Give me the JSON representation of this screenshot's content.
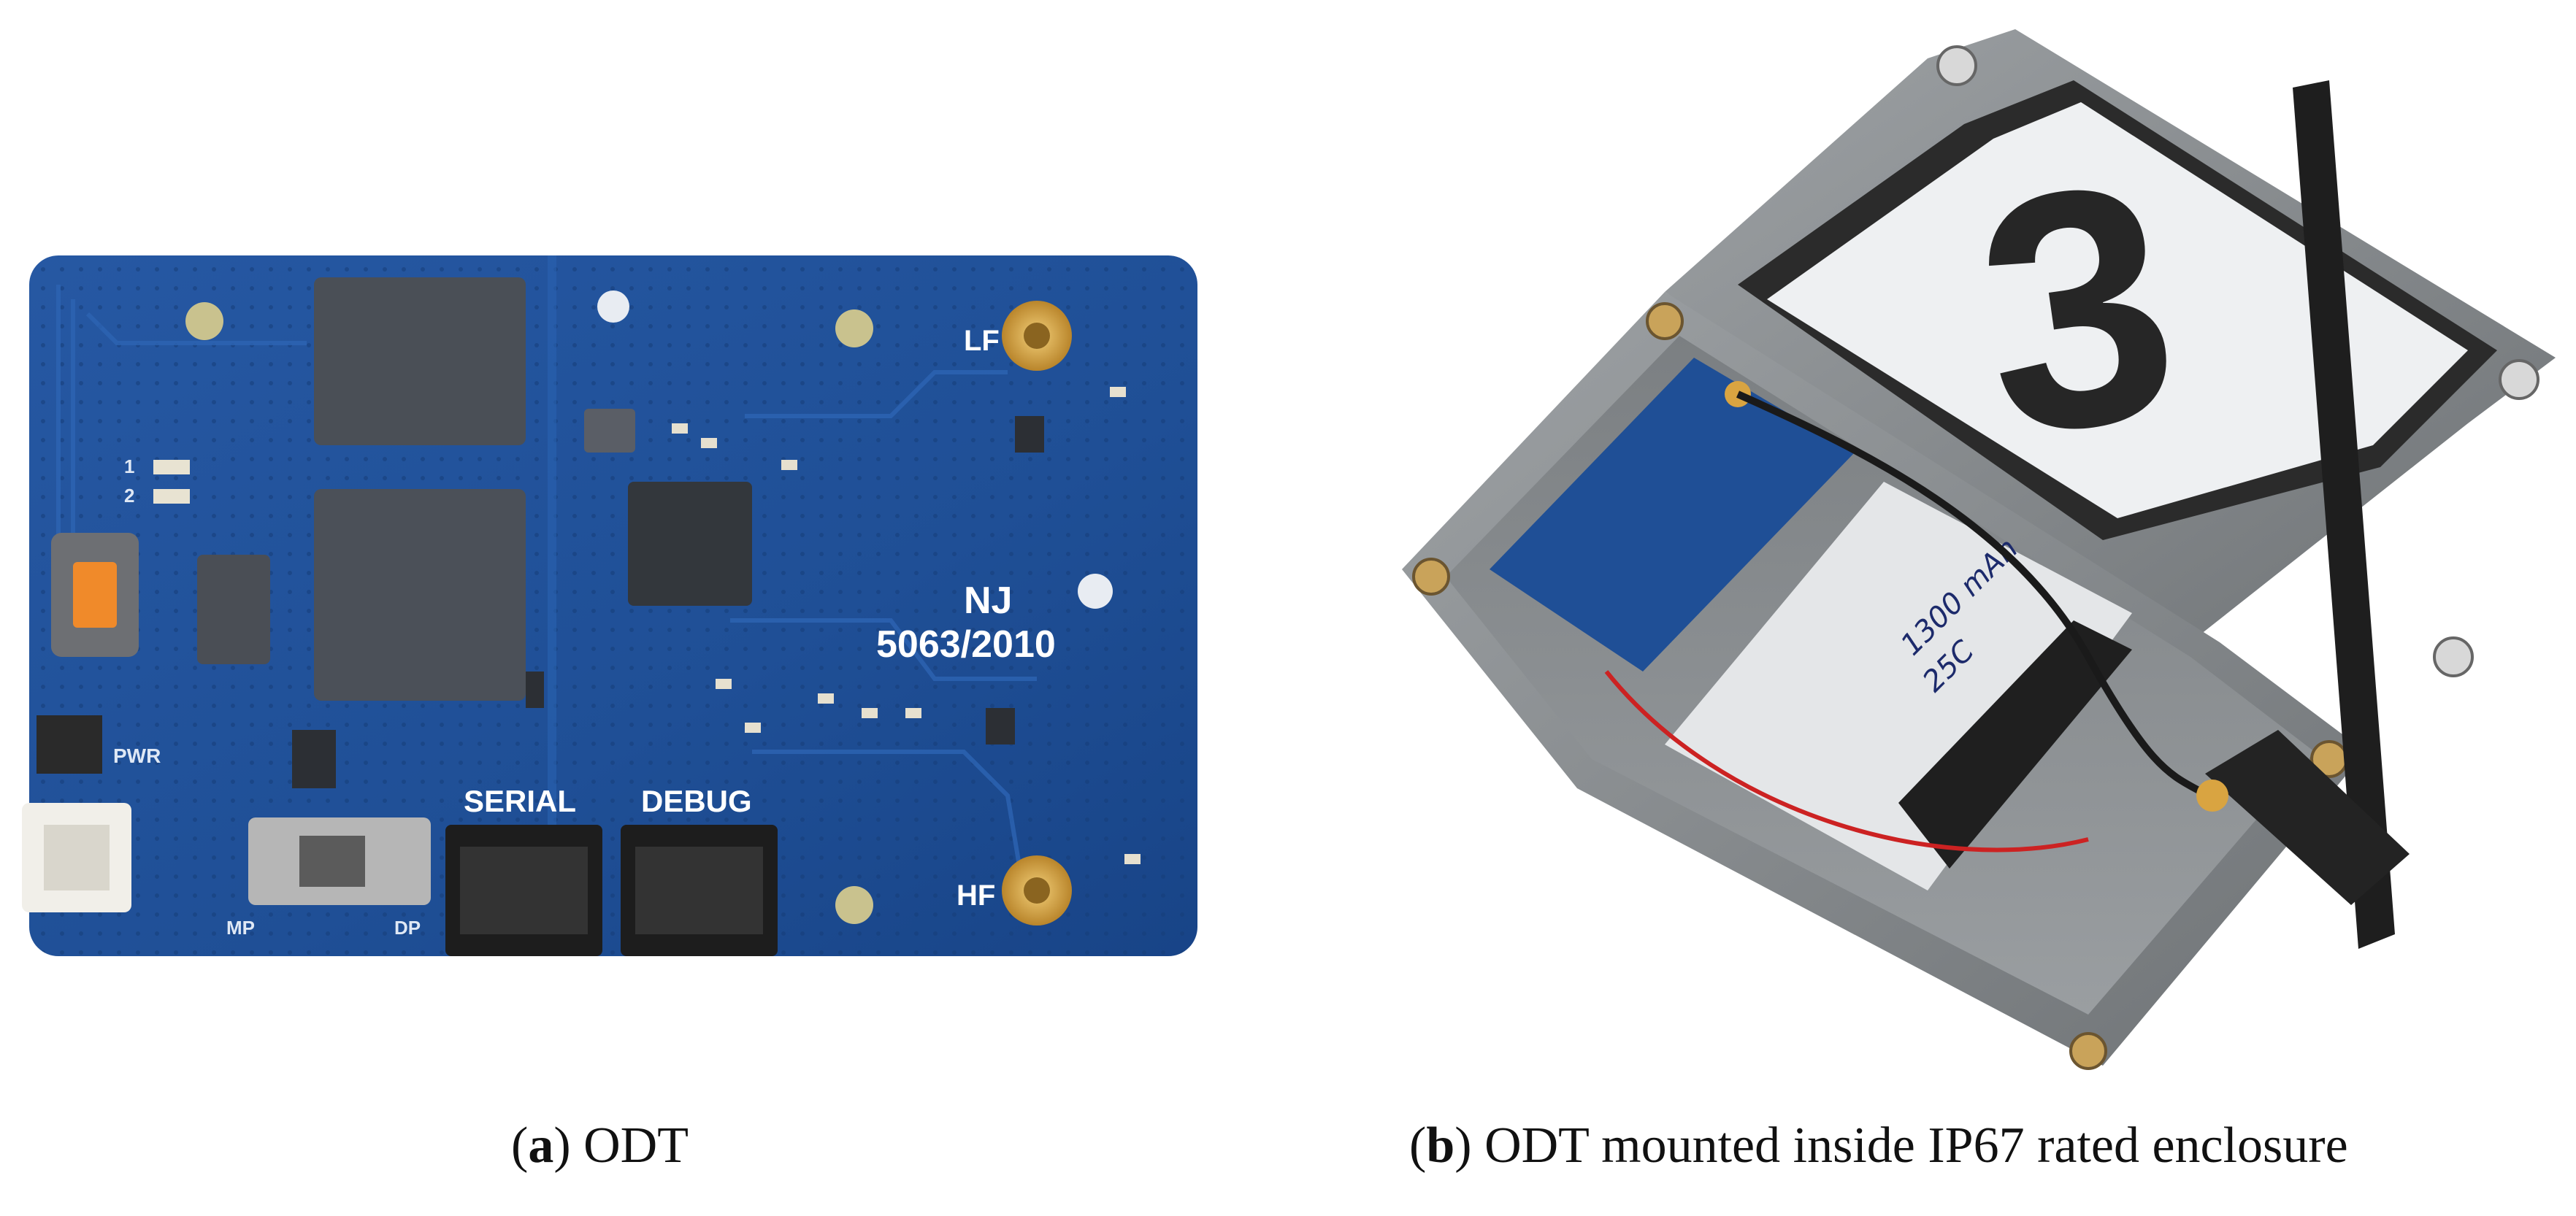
{
  "figure": {
    "panel_a": {
      "caption_letter": "a",
      "caption_text": "ODT",
      "board_labels": {
        "lf": "LF",
        "hf": "HF",
        "nj": "NJ",
        "nj_number": "5063/2010",
        "serial": "SERIAL",
        "debug": "DEBUG",
        "pwr": "PWR",
        "mp": "MP",
        "dp": "DP",
        "led1": "1",
        "led2": "2"
      }
    },
    "panel_b": {
      "caption_letter": "b",
      "caption_text": "ODT mounted inside IP67 rated enclosure",
      "enclosure_number": "3",
      "battery_handwriting_1": "1300 mAh",
      "battery_handwriting_2": "25C"
    }
  },
  "colors": {
    "pcb_blue": "#1f4f96",
    "pcb_dark": "#173f7d",
    "gold": "#d9a441",
    "enclosure_grey": "#8a8e91",
    "antenna_black": "#1e1e1e"
  }
}
